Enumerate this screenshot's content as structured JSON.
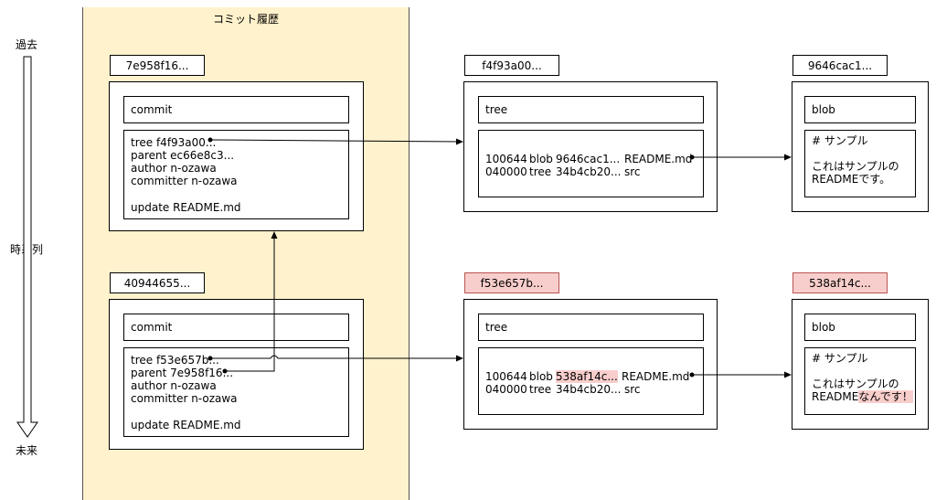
{
  "band_title": "コミット履歴",
  "timeline": {
    "top_label": "過去",
    "mid_label": "時系列",
    "bottom_label": "未来"
  },
  "commit_old": {
    "hash": "7e958f16...",
    "type": "commit",
    "lines": [
      "tree f4f93a00...",
      "parent ec66e8c3...",
      "author n-ozawa",
      "committer n-ozawa"
    ],
    "message": "update README.md"
  },
  "commit_new": {
    "hash": "40944655...",
    "type": "commit",
    "lines": [
      "tree f53e657b...",
      "parent 7e958f16...",
      "author n-ozawa",
      "committer n-ozawa"
    ],
    "message": "update README.md"
  },
  "tree_old": {
    "hash": "f4f93a00...",
    "type": "tree",
    "entries": [
      {
        "mode": "100644",
        "kind": "blob",
        "id": "9646cac1...",
        "name": "README.md"
      },
      {
        "mode": "040000",
        "kind": "tree",
        "id": "34b4cb20...",
        "name": "src"
      }
    ]
  },
  "tree_new": {
    "hash": "f53e657b...",
    "type": "tree",
    "entries": [
      {
        "mode": "100644",
        "kind": "blob",
        "id": "538af14c...",
        "name": "README.md"
      },
      {
        "mode": "040000",
        "kind": "tree",
        "id": "34b4cb20...",
        "name": "src"
      }
    ]
  },
  "blob_old": {
    "hash": "9646cac1...",
    "type": "blob",
    "heading": "# サンプル",
    "line1": "これはサンプルの",
    "line2": "READMEです。"
  },
  "blob_new": {
    "hash": "538af14c...",
    "type": "blob",
    "heading": "# サンプル",
    "line1": "これはサンプルの",
    "line2_plain": "README",
    "line2_changed": "なんです！"
  },
  "colors": {
    "band": "#fff2cc",
    "highlight": "#f8cecc",
    "highlight_border": "#b85450"
  }
}
